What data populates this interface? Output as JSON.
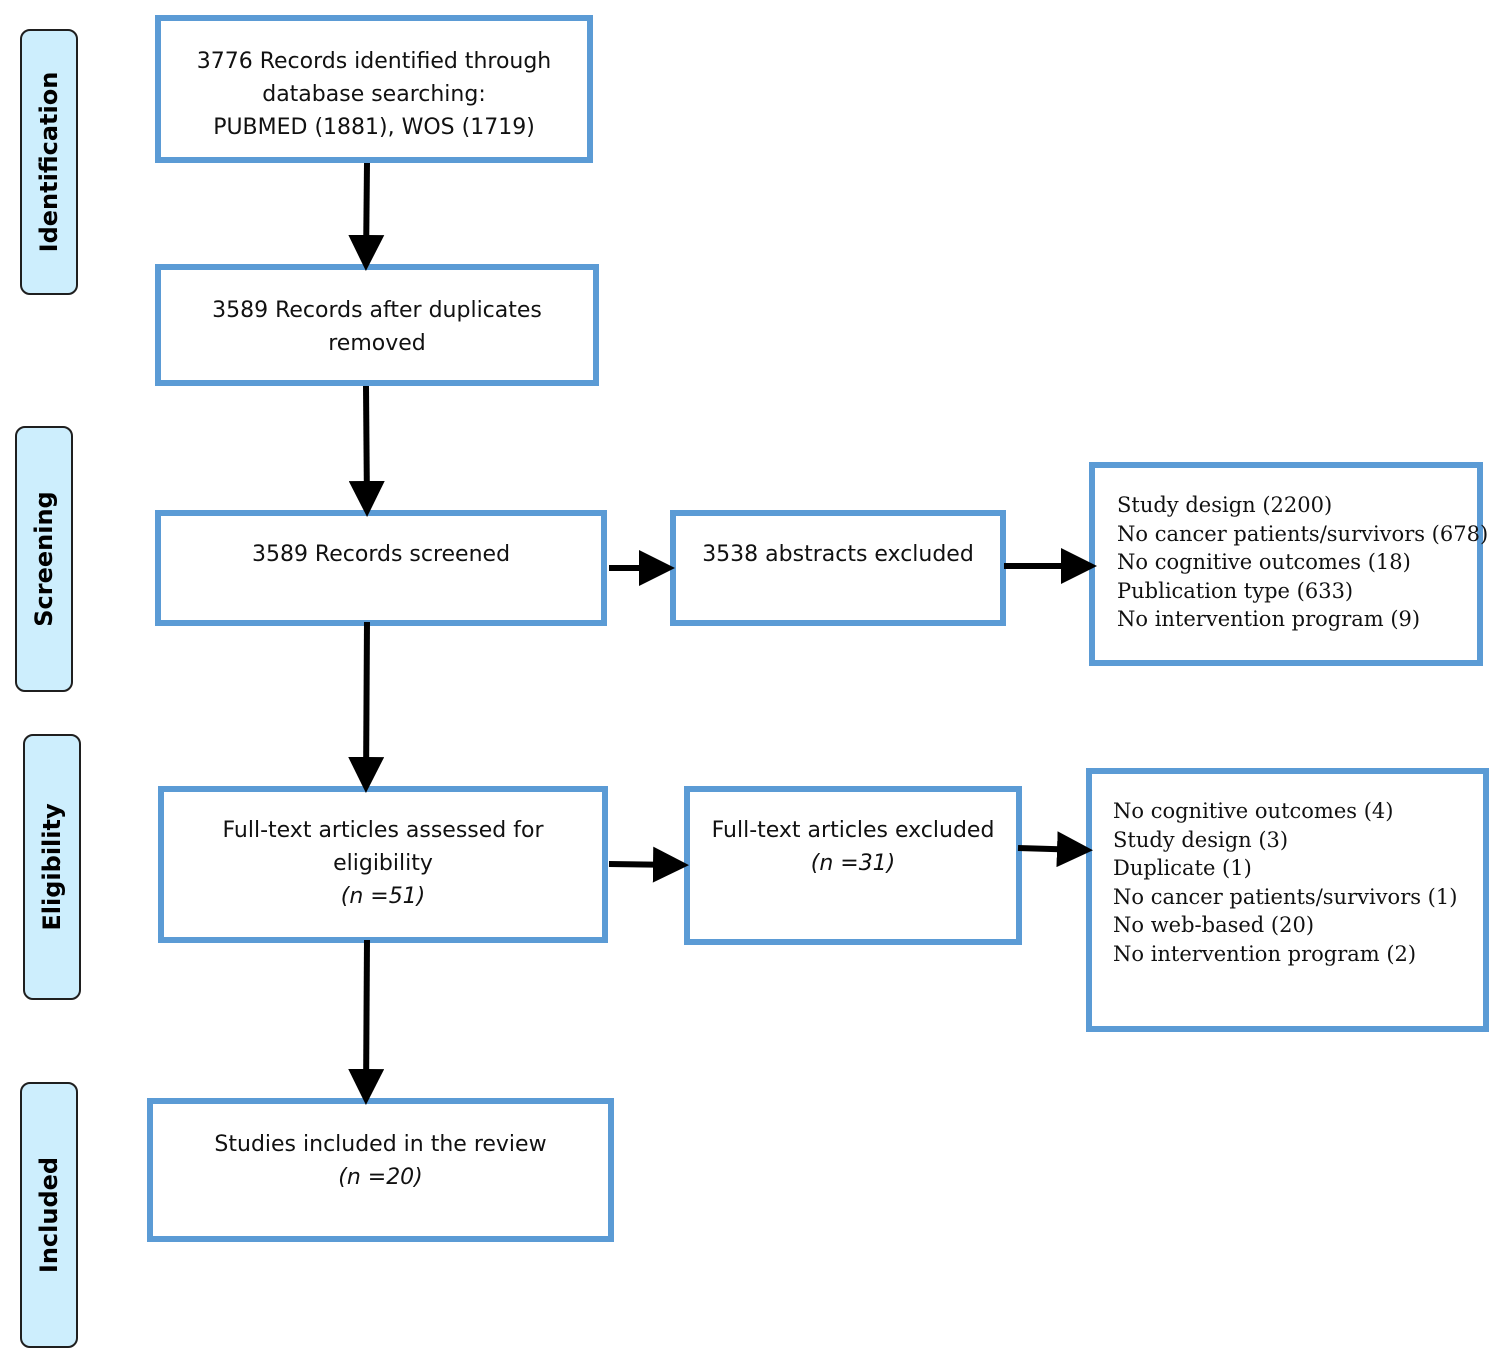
{
  "stages": [
    {
      "id": "identification",
      "label": "Identification"
    },
    {
      "id": "screening",
      "label": "Screening"
    },
    {
      "id": "eligibility",
      "label": "Eligibility"
    },
    {
      "id": "included",
      "label": "Included"
    }
  ],
  "boxes": {
    "identified": {
      "lines": [
        "3776 Records identified through",
        "database searching:",
        "PUBMED (1881), WOS (1719)"
      ]
    },
    "deduplicated": {
      "lines": [
        "3589 Records after duplicates",
        "removed"
      ]
    },
    "screened": {
      "lines": [
        "3589 Records screened"
      ]
    },
    "abstracts_excluded": {
      "lines": [
        "3538 abstracts excluded"
      ]
    },
    "fulltext_assessed": {
      "lines": [
        "Full-text articles assessed for",
        "eligibility"
      ],
      "n": "(n =51)"
    },
    "fulltext_excluded": {
      "lines": [
        "Full-text articles excluded"
      ],
      "n": "(n =31)"
    },
    "included": {
      "lines": [
        "Studies included in the review"
      ],
      "n": "(n =20)"
    }
  },
  "exclusion_reasons": {
    "screening": [
      "Study design (2200)",
      "No cancer patients/survivors (678)",
      "No cognitive outcomes (18)",
      "Publication type (633)",
      "No intervention program (9)"
    ],
    "eligibility": [
      "No cognitive outcomes (4)",
      "Study design (3)",
      "Duplicate (1)",
      "No cancer patients/survivors (1)",
      "No web-based (20)",
      "No intervention program (2)"
    ]
  }
}
